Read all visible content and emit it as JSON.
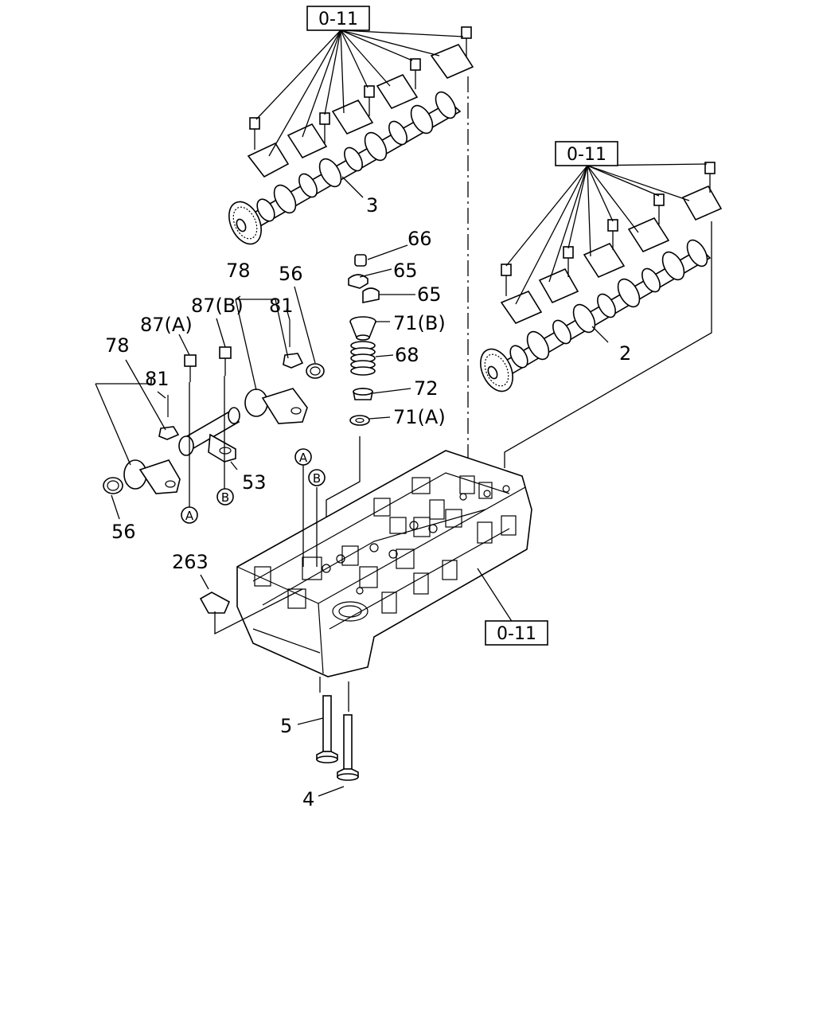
{
  "labels": {
    "p66": "66",
    "p65a": "65",
    "p65b": "65",
    "p71b": "71(B)",
    "p68": "68",
    "p72": "72",
    "p71a": "71(A)",
    "p78a": "78",
    "p56a": "56",
    "p87b": "87(B)",
    "p81a": "81",
    "p87a": "87(A)",
    "p78b": "78",
    "p81b": "81",
    "p53": "53",
    "p56b": "56",
    "p263": "263",
    "p3": "3",
    "p2": "2",
    "p5": "5",
    "p4": "4"
  },
  "refs": {
    "top": "0-11",
    "right": "0-11",
    "bottom": "0-11"
  },
  "markers": {
    "a1": "A",
    "b1": "B",
    "a2": "A",
    "b2": "B"
  }
}
